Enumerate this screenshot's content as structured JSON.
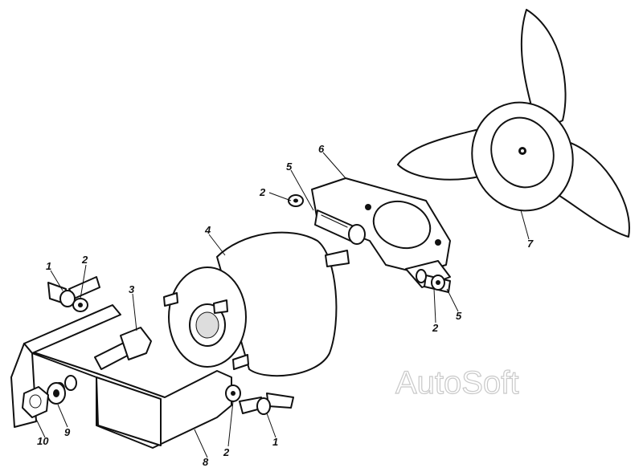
{
  "diagram": {
    "watermark": "AutoSoft",
    "callouts": {
      "wing_nut_left": "1",
      "washer_left_top": "2",
      "bolt": "3",
      "motor": "4",
      "screw_top": "5",
      "flange_bracket": "6",
      "fan": "7",
      "mount_bracket": "8",
      "lock_washer": "9",
      "nut": "10",
      "washer_mid_left": "2",
      "washer_right": "2",
      "screw_right": "5",
      "washer_bottom": "2",
      "wing_nut_bottom": "1"
    }
  }
}
